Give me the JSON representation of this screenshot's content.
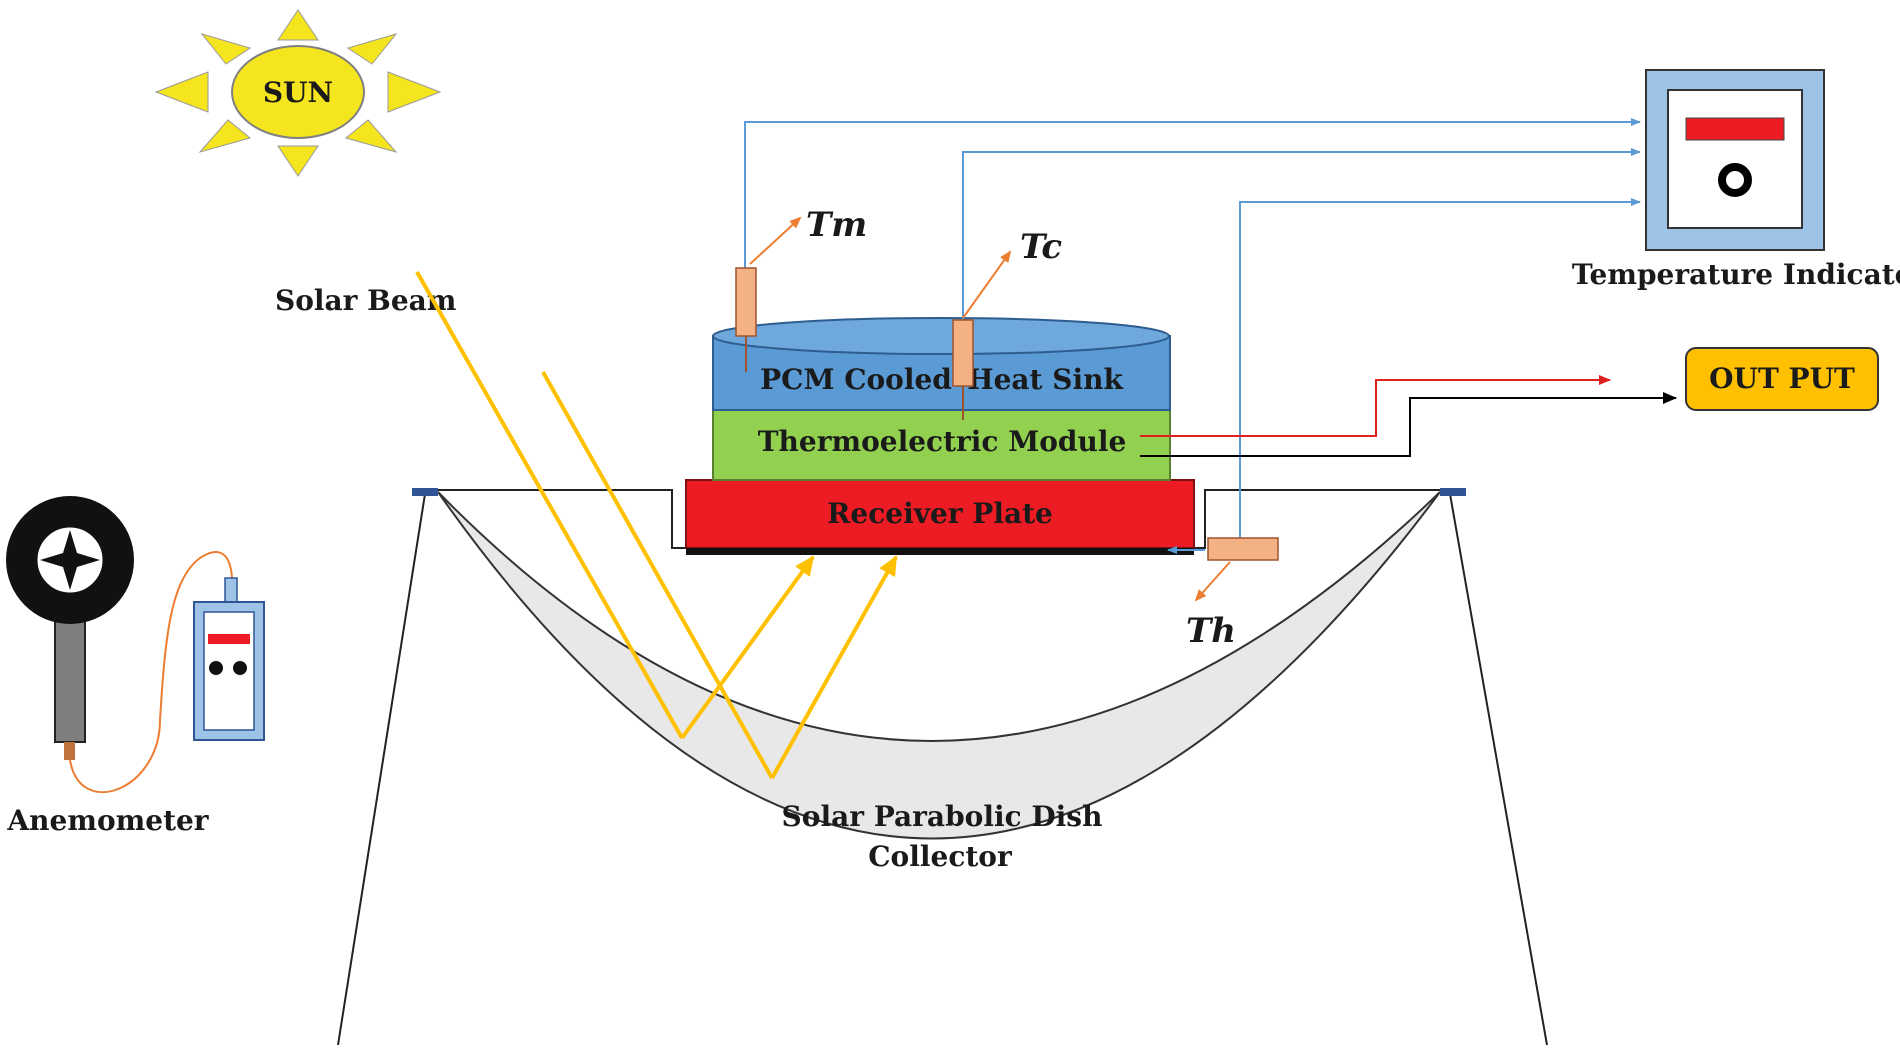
{
  "labels": {
    "sun": "SUN",
    "solar_beam": "Solar Beam",
    "tm": "Tm",
    "tc": "Tc",
    "th": "Th",
    "pcm_cooled": "PCM Cooled",
    "heat_sink": "Heat Sink",
    "thermoelectric_module": "Thermoelectric Module",
    "receiver_plate": "Receiver Plate",
    "dish_line1": "Solar Parabolic Dish",
    "dish_line2": "Collector",
    "temperature_indicator": "Temperature Indicator",
    "output": "OUT PUT",
    "anemometer": "Anemometer"
  },
  "colors": {
    "sun": "#f5e51e",
    "heat_sink": "#5b9bd5",
    "thermoelectric": "#92d050",
    "receiver": "#ed1c24",
    "output": "#ffc000",
    "beam": "#ffc000",
    "wire_blue": "#5b9bd5",
    "wire_red": "#e0201f",
    "sensor": "#f4b183",
    "dish": "#e8e8e8",
    "indicator_frame": "#9dc3e6"
  },
  "icons": {
    "sun": "sun-icon",
    "temperature_indicator": "temperature-indicator-device",
    "anemometer": "anemometer-icon",
    "anemometer_display": "anemometer-display-unit"
  }
}
